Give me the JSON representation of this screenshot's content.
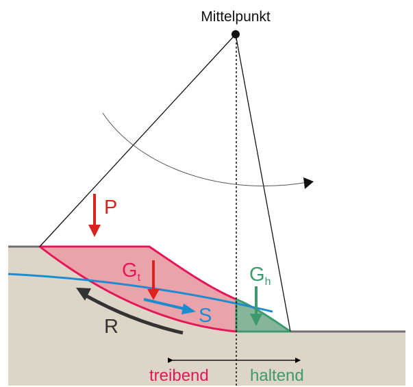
{
  "labels": {
    "center": "Mittelpunkt",
    "load": "P",
    "weight_driving_base": "G",
    "weight_driving_sub": "t",
    "weight_resisting_base": "G",
    "weight_resisting_sub": "h",
    "seepage_force": "S",
    "resistance": "R",
    "driving": "treibend",
    "resisting": "haltend"
  },
  "colors": {
    "driving": "#e2185b",
    "driving_fill": "#e9a3a9",
    "resisting": "#3e9a6e",
    "resisting_fill": "#86b59a",
    "water_line": "#1d8bd0",
    "load_arrow": "#d9231f",
    "soil": "#ddd5c6",
    "ground_line": "#707070",
    "resistance_arrow": "#333333"
  }
}
